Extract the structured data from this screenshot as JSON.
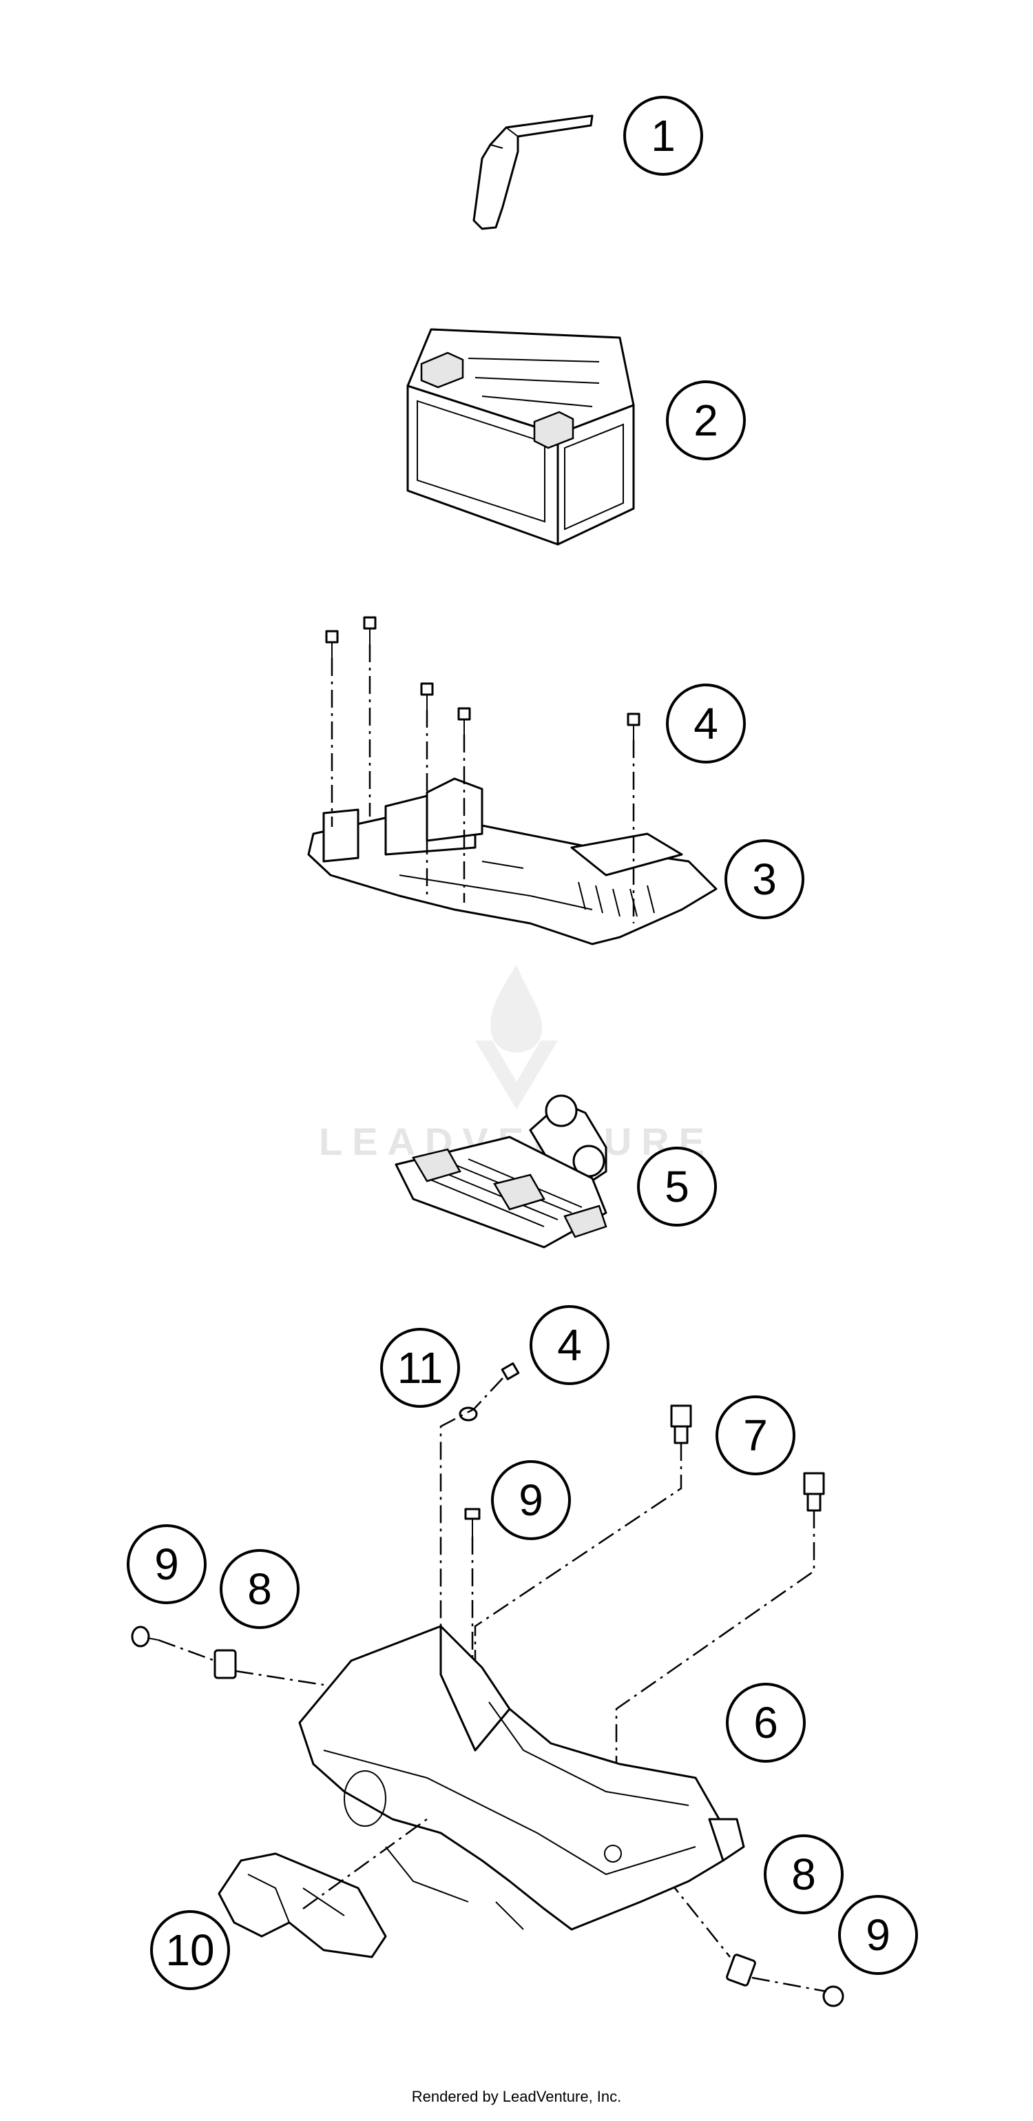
{
  "callouts": {
    "c1": "1",
    "c2": "2",
    "c3": "3",
    "c4a": "4",
    "c4b": "4",
    "c5": "5",
    "c6": "6",
    "c7": "7",
    "c8a": "8",
    "c8b": "8",
    "c9a": "9",
    "c9b": "9",
    "c9c": "9",
    "c10": "10",
    "c11": "11"
  },
  "watermark": {
    "text": "LEADVENTURE"
  },
  "footer": {
    "credit": "Rendered by LeadVenture, Inc."
  }
}
